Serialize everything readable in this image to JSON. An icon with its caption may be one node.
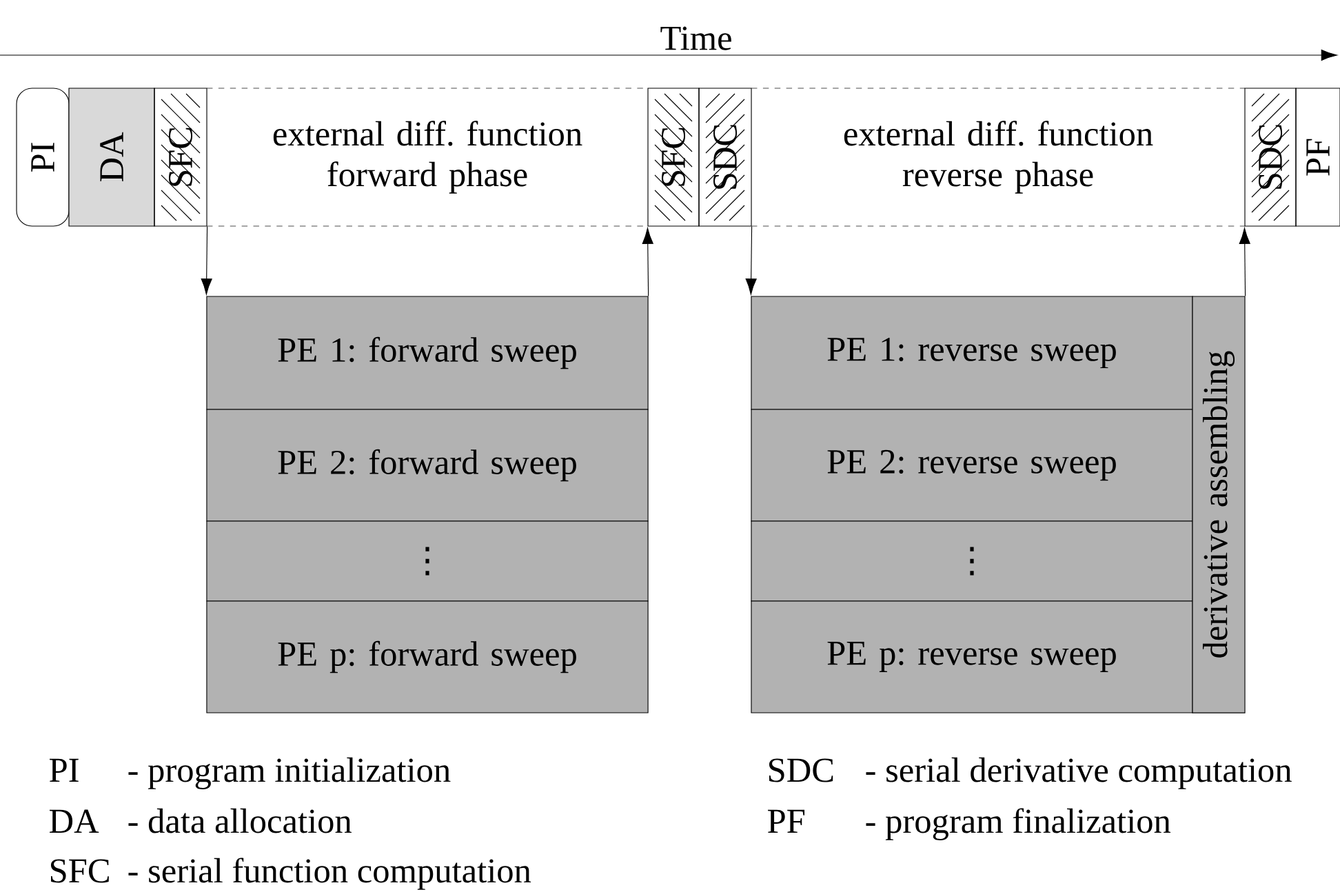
{
  "diagram": {
    "nodes": [
      {
        "text": [
          "PI"
        ]
      },
      {
        "text": [
          "DA"
        ]
      },
      {
        "text": [
          "SFC"
        ]
      },
      {
        "text": [
          "external diff. function forward phase"
        ]
      },
      {
        "text": [
          "SFC"
        ]
      },
      {
        "text": [
          "SDC"
        ]
      },
      {
        "text": [
          "external diff. function reverse phase"
        ]
      },
      {
        "text": [
          "SDC"
        ]
      },
      {
        "text": [
          "PF"
        ]
      },
      {
        "text": [
          "PE 1: forward sweep"
        ]
      },
      {
        "text": [
          "PE 2: forward sweep"
        ]
      },
      {
        "text": [
          "⋮"
        ]
      },
      {
        "text": [
          "PE p: forward sweep"
        ]
      },
      {
        "text": [
          "PE 1: reverse sweep"
        ]
      },
      {
        "text": [
          "PE 2: reverse sweep"
        ]
      },
      {
        "text": [
          "⋮"
        ]
      },
      {
        "text": [
          "PE p: reverse sweep"
        ]
      },
      {
        "text": [
          "derivative assembling"
        ]
      }
    ],
    "edges": [
      {
        "from": 2,
        "to": 9,
        "arrow": "to"
      },
      {
        "from": 9,
        "to": 4,
        "arrow": "to"
      },
      {
        "from": 5,
        "to": 13,
        "arrow": "to"
      },
      {
        "from": 17,
        "to": 7,
        "arrow": "to"
      }
    ],
    "labels": [
      "Time",
      "PI",
      "- program initialization",
      "SDC",
      "- serial derivative computation",
      "DA",
      "- data allocation",
      "PF",
      "- program finalization",
      "SFC",
      "- serial function computation"
    ]
  }
}
